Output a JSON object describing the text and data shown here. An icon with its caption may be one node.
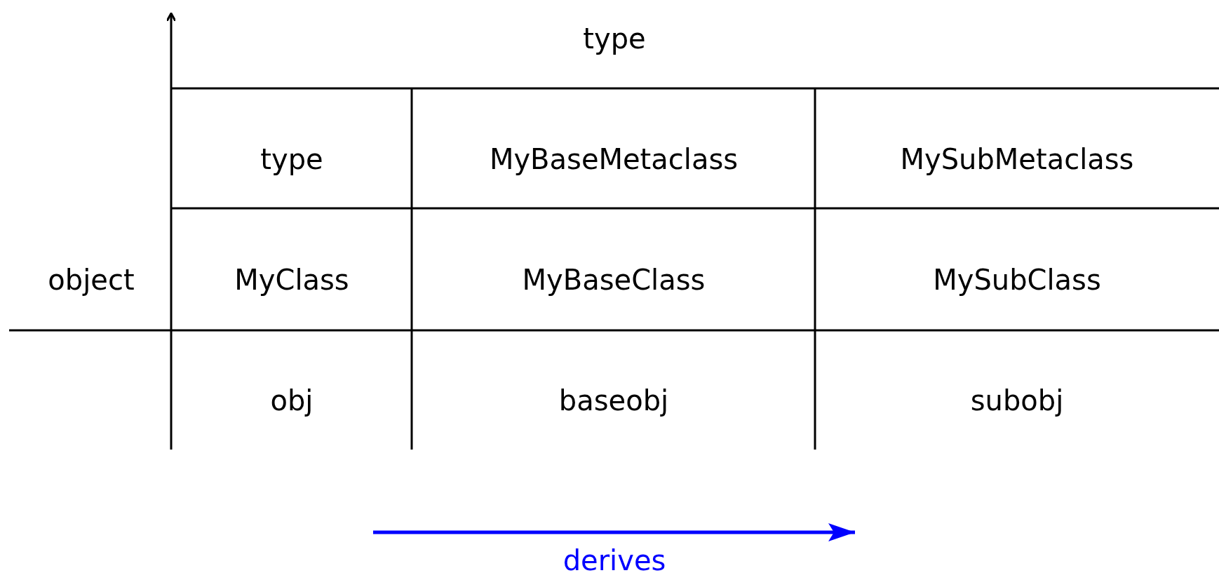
{
  "diagram": {
    "labels": [
      "type",
      "object",
      "type",
      "MyBaseMetaclass",
      "MySubMetaclass",
      "MyClass",
      "MyBaseClass",
      "MySubClass",
      "obj",
      "baseobj",
      "subobj"
    ],
    "legend": [
      {
        "text": "derives"
      }
    ]
  }
}
